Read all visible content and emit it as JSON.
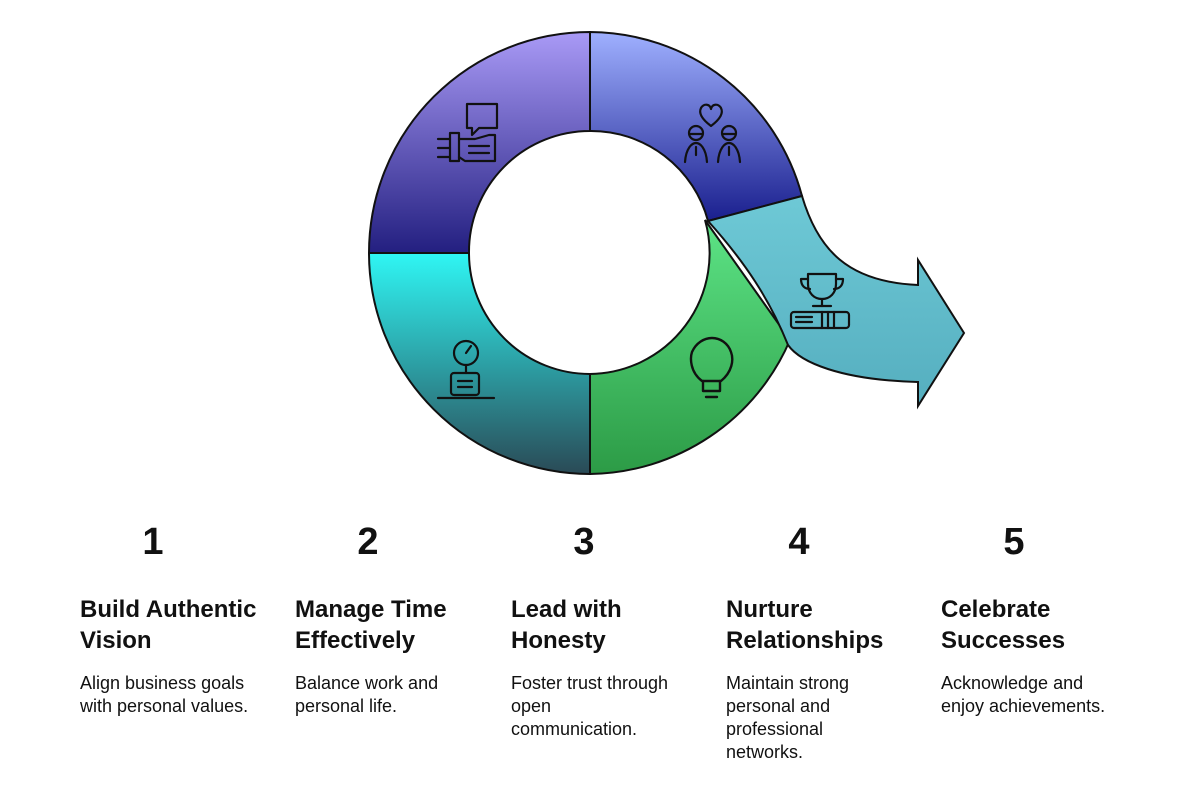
{
  "steps": [
    {
      "number": "1",
      "title_line1": "Build Authentic",
      "title_line2": "Vision",
      "desc_lines": [
        "Align business goals",
        "with personal values."
      ],
      "icon": "handshake-chat-icon",
      "color_top": "#a99af6",
      "color_bottom": "#231f80"
    },
    {
      "number": "2",
      "title_line1": "Manage Time",
      "title_line2": "Effectively",
      "desc_lines": [
        "Balance work and",
        "personal life."
      ],
      "icon": "gauge-desk-icon",
      "color_top": "#2ff6f4",
      "color_bottom": "#2a4a56"
    },
    {
      "number": "3",
      "title_line1": "Lead with",
      "title_line2": "Honesty",
      "desc_lines": [
        "Foster trust through",
        "open",
        "communication."
      ],
      "icon": "lightbulb-icon",
      "color_top": "#5de486",
      "color_bottom": "#2c9b46"
    },
    {
      "number": "4",
      "title_line1": "Nurture",
      "title_line2": "Relationships",
      "desc_lines": [
        "Maintain strong",
        "personal and",
        "professional",
        "networks."
      ],
      "icon": "people-heart-icon",
      "color_top": "#9fb0ff",
      "color_bottom": "#1a1f8e"
    },
    {
      "number": "5",
      "title_line1": "Celebrate",
      "title_line2": "Successes",
      "desc_lines": [
        "Acknowledge and",
        "enjoy achievements."
      ],
      "icon": "trophy-books-icon",
      "color_top": "#6ec9d6",
      "color_bottom": "#55aebf"
    }
  ]
}
